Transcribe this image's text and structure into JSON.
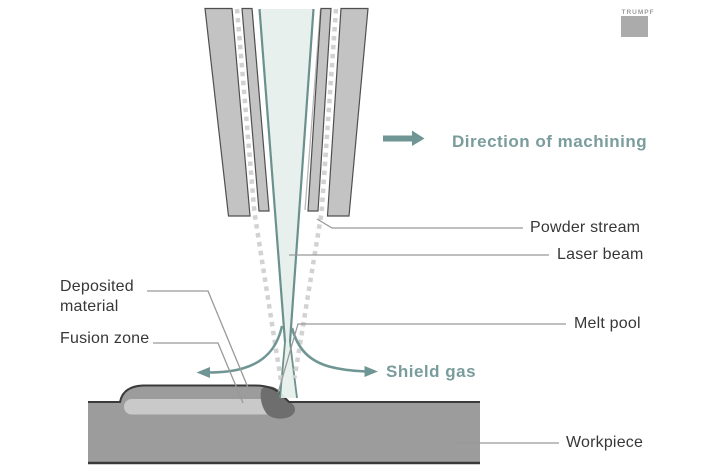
{
  "header": {
    "logo_text": "TRUMPF"
  },
  "annotations": {
    "direction_of_machining": "Direction of machining",
    "powder_stream": "Powder stream",
    "laser_beam": "Laser beam",
    "melt_pool": "Melt pool",
    "shield_gas": "Shield gas",
    "workpiece": "Workpiece",
    "deposited_material_line1": "Deposited",
    "deposited_material_line2": "material",
    "fusion_zone": "Fusion zone"
  },
  "colors": {
    "teal_accent": "#6f9694",
    "teal_text": "#7a9c9c",
    "beam_fill": "#e7f0ec",
    "beam_edge": "#6b918d",
    "nozzle_gray": "#c3c3c3",
    "nozzle_outline": "#4f4f4f",
    "powder_dash": "#d2d2d2",
    "workpiece_gray": "#9c9c9c",
    "fusion_zone_gray": "#c9c9c9",
    "melt_pool_gray": "#6e6e6e",
    "label_text": "#373737",
    "leader_line": "#999999",
    "logo_gray": "#ababab",
    "logo_text_gray": "#9c9c9c"
  }
}
